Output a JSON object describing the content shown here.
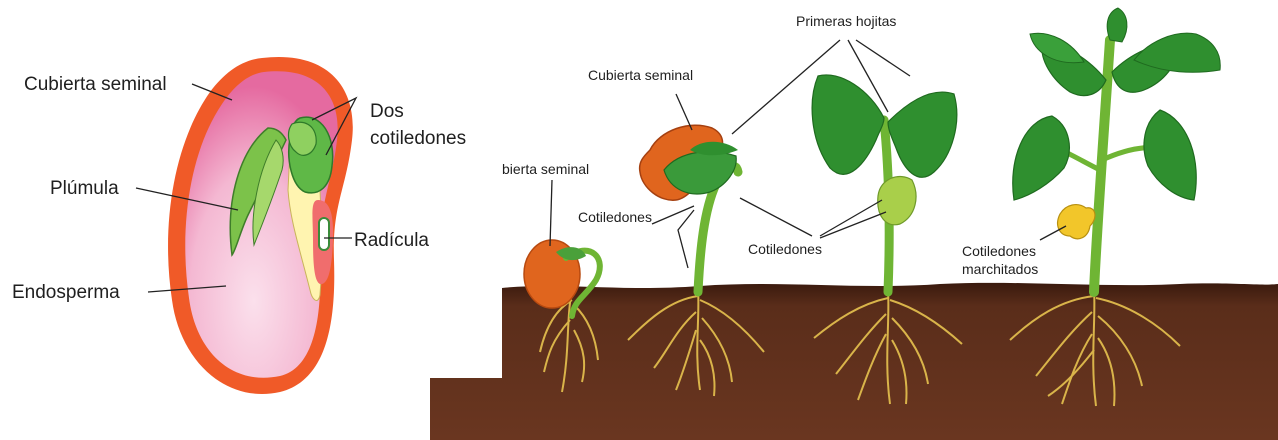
{
  "seed": {
    "labels": {
      "cubierta_seminal": "Cubierta seminal",
      "dos": "Dos",
      "cotiledones": "cotiledones",
      "plumula": "Plúmula",
      "radicula": "Radícula",
      "endosperma": "Endosperma"
    }
  },
  "germination": {
    "labels": {
      "primeras_hojitas": "Primeras hojitas",
      "cubierta_seminal_top": "Cubierta seminal",
      "cubierta_seminal_cut": "bierta seminal",
      "cotiledones_1": "Cotiledones",
      "cotiledones_2": "Cotiledones",
      "cotiledones_marchitados_1": "Cotiledones",
      "cotiledones_marchitados_2": "marchitados"
    }
  },
  "colors": {
    "seed_coat": "#f05a28",
    "endosperm": "#f6c6dc",
    "cotyledon": "#5fb847",
    "leaf": "#2f8f2f",
    "stem": "#6fb534",
    "soil": "#4a2416",
    "root": "#d9b44a"
  }
}
